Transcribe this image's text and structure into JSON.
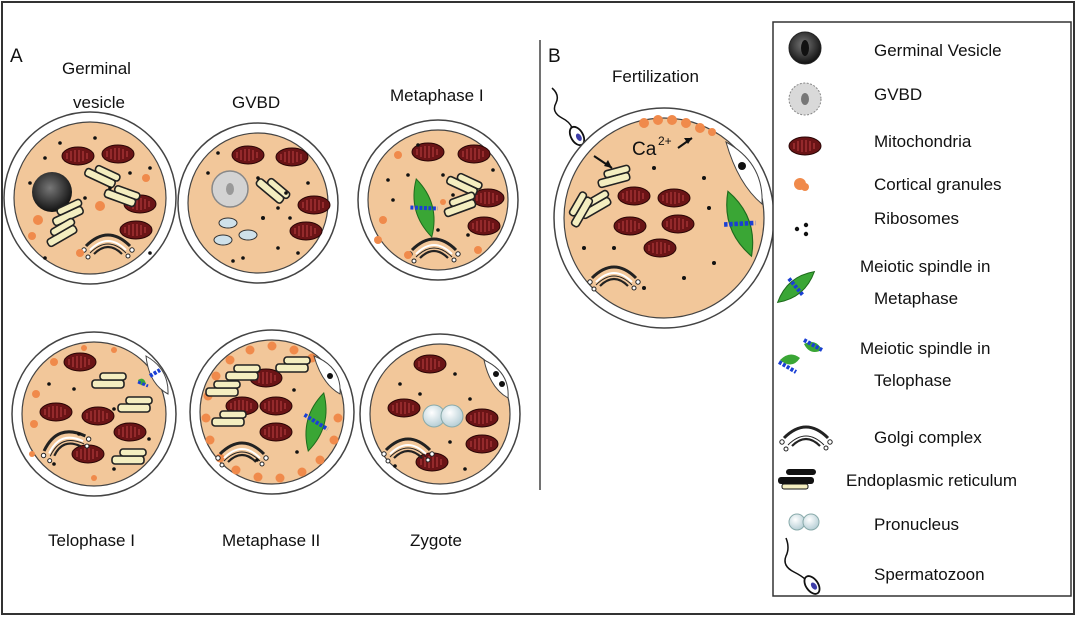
{
  "panelA": {
    "letter": "A",
    "stages": [
      {
        "line1": "Germinal",
        "line2": "vesicle"
      },
      {
        "line1": "GVBD"
      },
      {
        "line1": "Metaphase  I"
      },
      {
        "line1": "Telophase I"
      },
      {
        "line1": "Metaphase II"
      },
      {
        "line1": "Zygote"
      }
    ]
  },
  "panelB": {
    "letter": "B",
    "title": "Fertilization",
    "calcium": "Ca",
    "calcium_sup": "2+"
  },
  "legend": {
    "items": [
      {
        "label": "Germinal Vesicle",
        "icon": "germinal-vesicle-icon"
      },
      {
        "label": "GVBD",
        "icon": "gvbd-icon"
      },
      {
        "label": "Mitochondria",
        "icon": "mitochondria-icon"
      },
      {
        "label": "Cortical granules",
        "icon": "cortical-granule-icon"
      },
      {
        "label": "Ribosomes",
        "icon": "ribosome-icon"
      },
      {
        "label": "Meiotic spindle in",
        "label2": "Metaphase",
        "icon": "metaphase-spindle-icon"
      },
      {
        "label": "Meiotic spindle in",
        "label2": "Telophase",
        "icon": "telophase-spindle-icon"
      },
      {
        "label": "Golgi complex",
        "icon": "golgi-icon"
      },
      {
        "label": "Endoplasmic reticulum",
        "icon": "er-icon"
      },
      {
        "label": "Pronucleus",
        "icon": "pronucleus-icon"
      },
      {
        "label": "Spermatozoon",
        "icon": "spermatozoon-icon"
      }
    ]
  },
  "colors": {
    "cytoplasm": "#f2c79a",
    "mitochondria": "#6a1416",
    "cortical": "#f08a4b",
    "spindle_green": "#3aa635",
    "spindle_blue": "#1a3fd4",
    "er_fill": "#f4eec0"
  }
}
